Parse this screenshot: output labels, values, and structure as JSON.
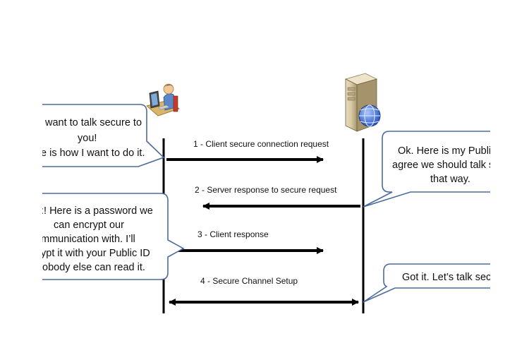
{
  "actors": {
    "client_icon": "user-at-computer-icon",
    "server_icon": "server-with-globe-icon"
  },
  "steps": [
    {
      "label": "1 - Client secure connection request"
    },
    {
      "label": "2 - Server response to secure request"
    },
    {
      "label": "3 - Client response"
    },
    {
      "label": "4 - Secure Channel Setup"
    }
  ],
  "bubbles": {
    "client_1": {
      "lines": [
        "want to talk secure to",
        "you!",
        "e is how I want to do it."
      ]
    },
    "client_2": {
      "lines": [
        ":! Here is a password we",
        "can encrypt our",
        "mmunication with. I’ll",
        "ypt it with your Public ID",
        "obody else can read it."
      ]
    },
    "server_1": {
      "lines": [
        "Ok. Here is my Public I",
        "agree we should talk se",
        "that way."
      ]
    },
    "server_2": {
      "lines": [
        "Got it. Let’s talk secu"
      ]
    }
  },
  "colors": {
    "bubble_border": "#4a6b9a",
    "line": "#000000"
  }
}
